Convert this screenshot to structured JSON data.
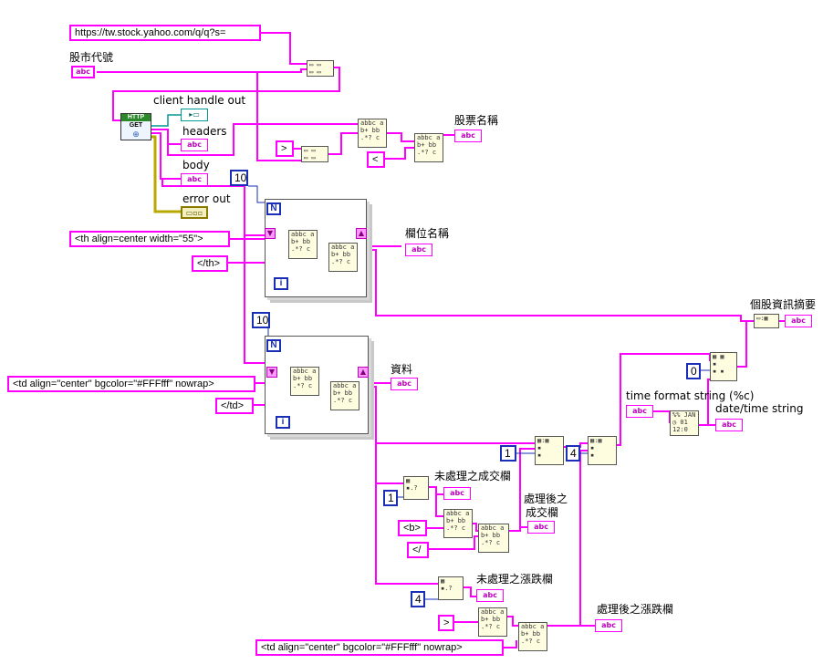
{
  "constants": {
    "url": "https://tw.stock.yahoo.com/q/q?s=",
    "gt": ">",
    "lt": "<",
    "th_open": "<th align=center width=\"55\">",
    "th_close": "</th>",
    "td_open": "<td align=\"center\" bgcolor=\"#FFFfff\" nowrap>",
    "td_close": "</td>",
    "b_open": "<b>",
    "slash": "</",
    "gt2": ">",
    "td_open2": "<td align=\"center\" bgcolor=\"#FFFfff\" nowrap>"
  },
  "numerics": {
    "loop1_count": "10",
    "loop2_count": "10",
    "index_1a": "1",
    "index_1b": "1",
    "index_4a": "4",
    "index_4b": "4",
    "index_0": "0"
  },
  "labels": {
    "stock_code": "股市代號",
    "client_handle_out": "client handle out",
    "headers": "headers",
    "body": "body",
    "error_out": "error out",
    "stock_name": "股票名稱",
    "field_name": "欄位名稱",
    "summary": "個股資訊摘要",
    "data": "資料",
    "time_format": "time format string (%c)",
    "datetime_string": "date/time string",
    "raw_trade": "未處理之成交欄",
    "processed_trade_line1": "處理後之",
    "processed_trade_line2": "成交欄",
    "raw_change": "未處理之漲跌欄",
    "processed_change": "處理後之漲跌欄"
  },
  "glyphs": {
    "abc": "abc",
    "n": "N",
    "i": "i",
    "http_title": "HTTP",
    "http_get": "GET"
  }
}
